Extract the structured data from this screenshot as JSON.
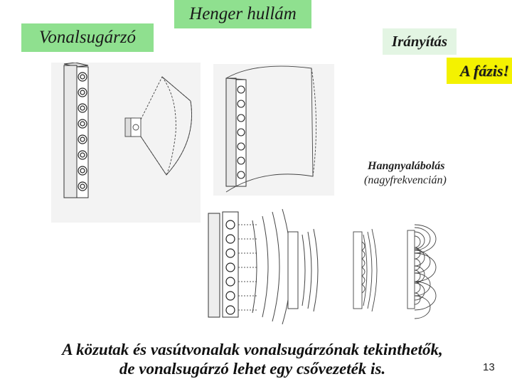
{
  "labels": {
    "vonalsugarzo": "Vonalsugárzó",
    "henger_hullam": "Henger hullám",
    "iranyitas": "Irányítás",
    "fazis": "A fázis!"
  },
  "beam": {
    "title": "Hangnyalábolás",
    "subtitle": "(nagyfrekvencián)"
  },
  "caption": {
    "line1": "A közutak és vasútvonalak vonalsugárzónak tekinthetők,",
    "line2": "de vonalsugárzó lehet egy csővezeték is."
  },
  "page_number": "13",
  "colors": {
    "label_green": "#8fe08f",
    "label_light_green": "#e3f5e3",
    "label_yellow": "#f4f200"
  }
}
